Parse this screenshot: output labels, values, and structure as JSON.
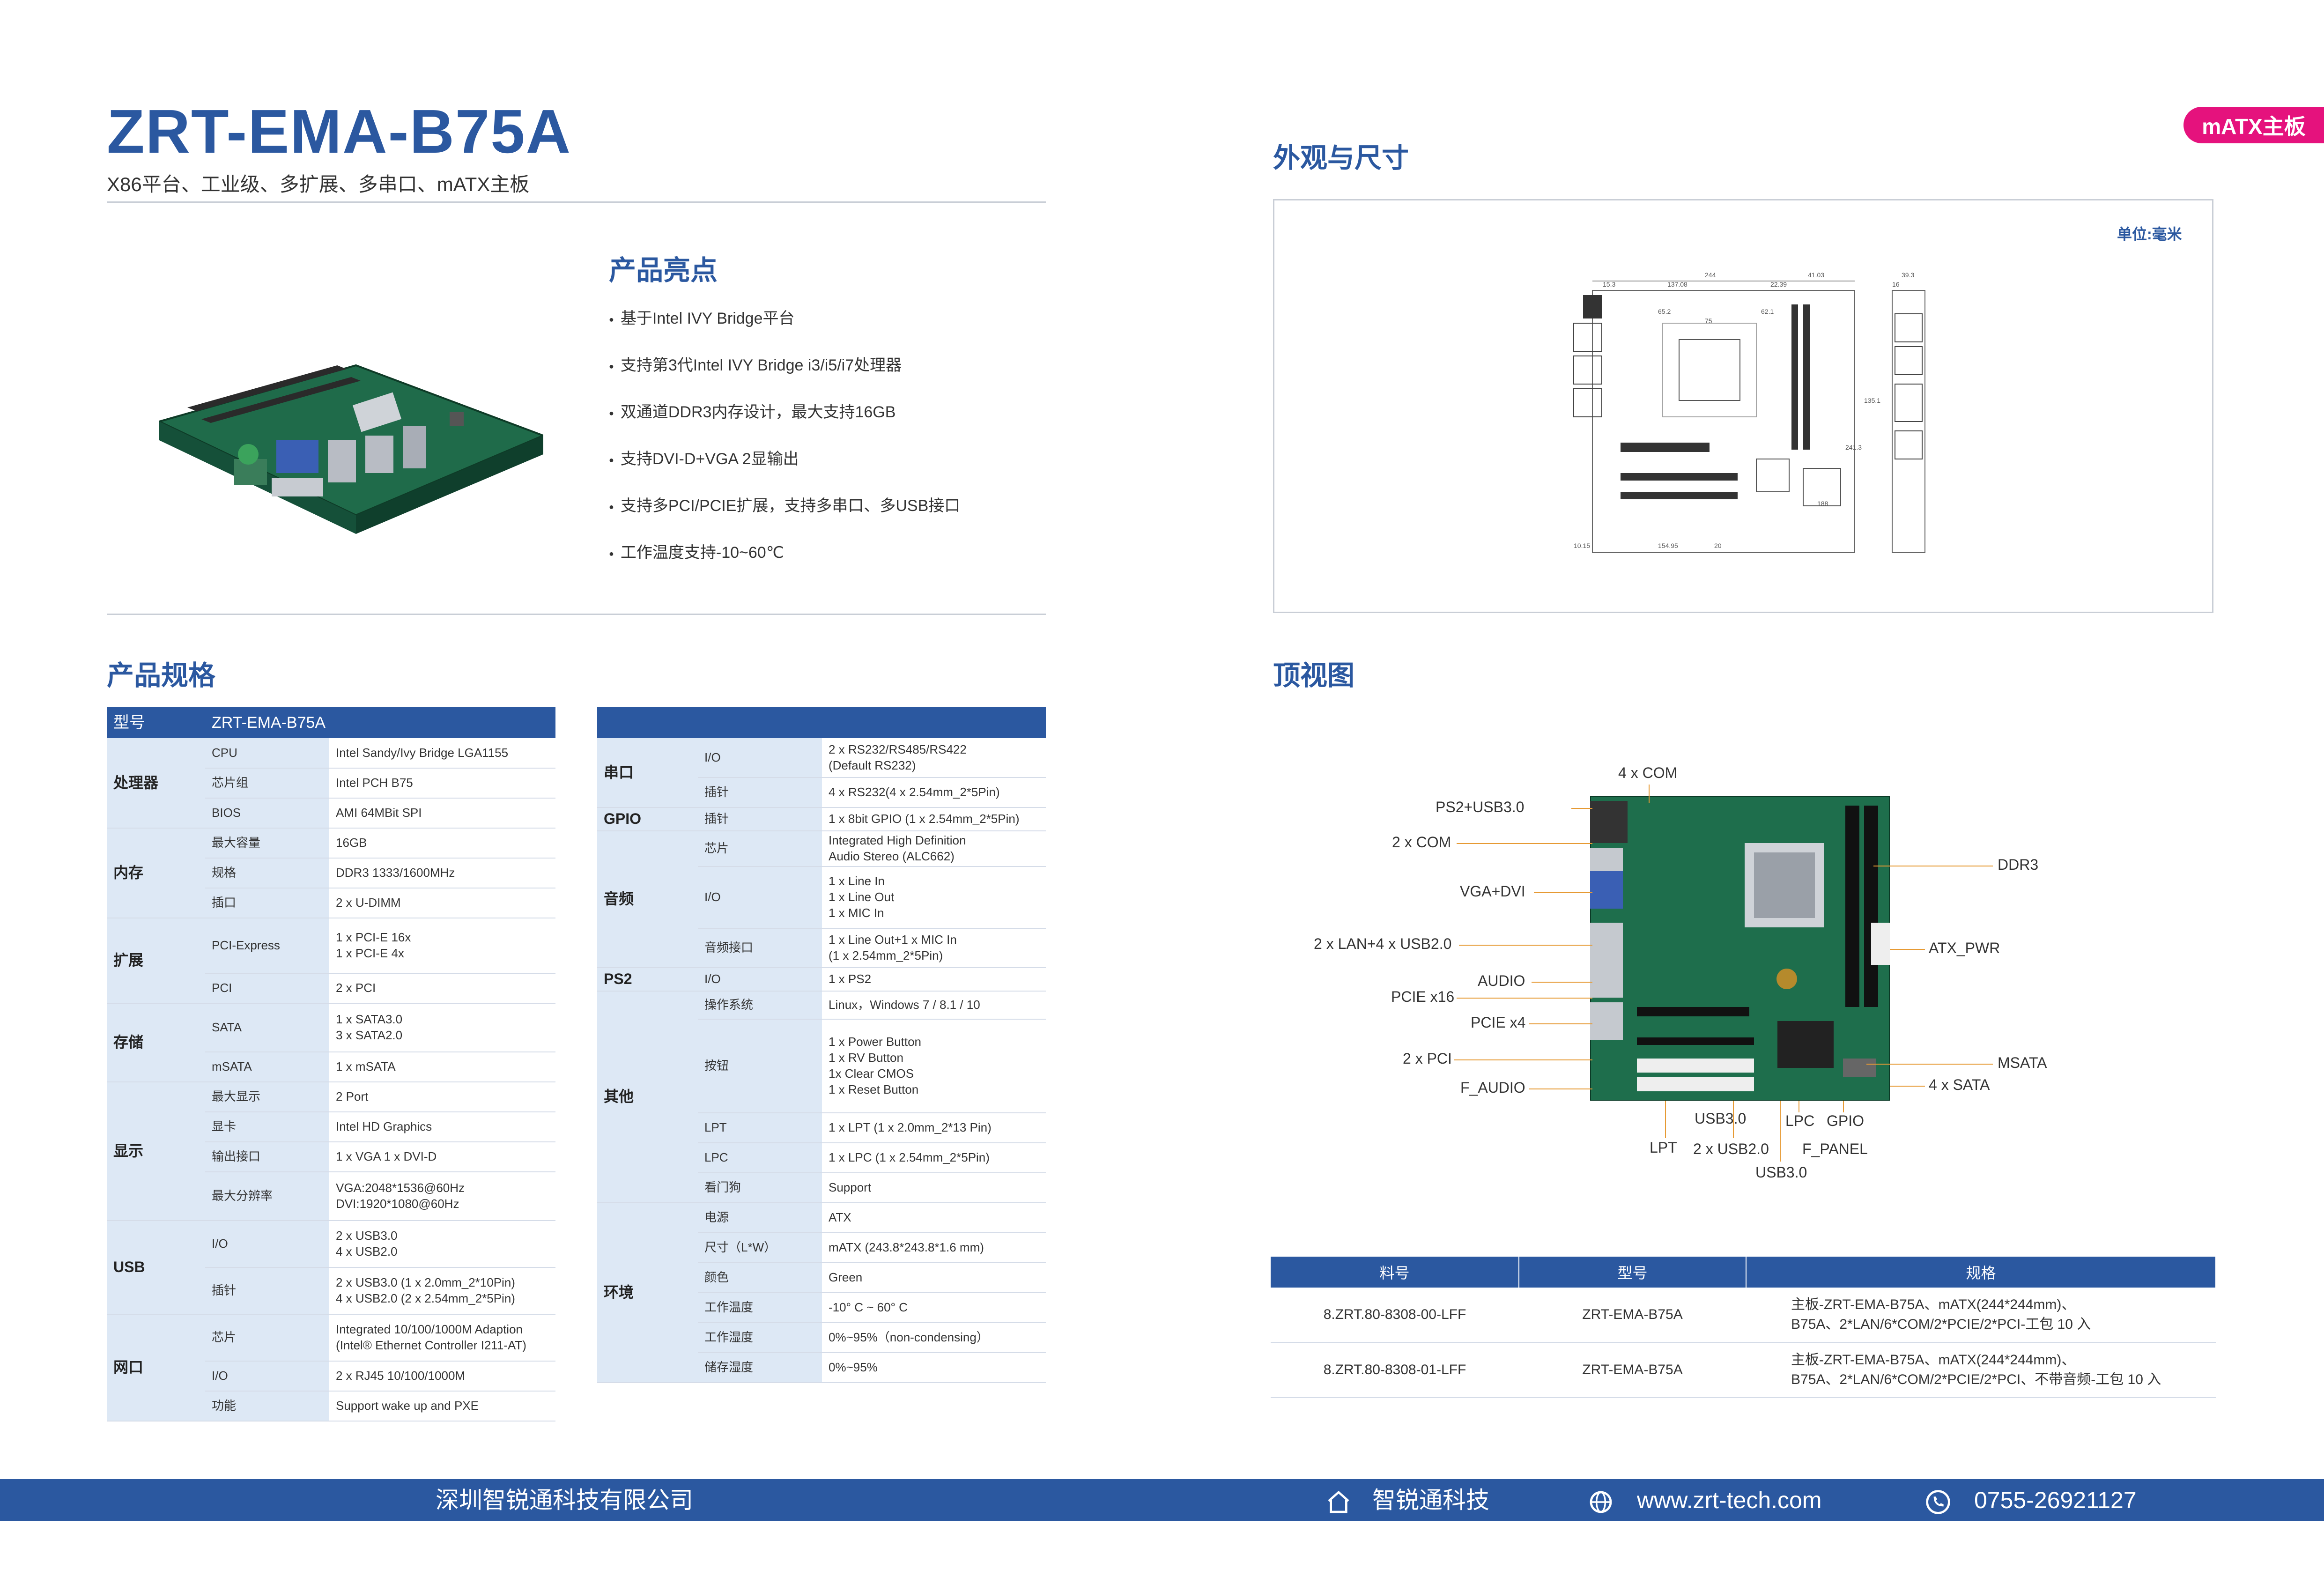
{
  "header": {
    "title": "ZRT-EMA-B75A",
    "subtitle": "X86平台、工业级、多扩展、多串口、mATX主板",
    "category_badge": "mATX主板"
  },
  "highlights": {
    "title": "产品亮点",
    "items": [
      "基于Intel IVY Bridge平台",
      "支持第3代Intel IVY Bridge i3/i5/i7处理器",
      "双通道DDR3内存设计，最大支持16GB",
      "支持DVI-D+VGA 2显输出",
      "支持多PCI/PCIE扩展，支持多串口、多USB接口",
      "工作温度支持-10~60℃"
    ]
  },
  "dimensions": {
    "title": "外观与尺寸",
    "unit": "单位:毫米",
    "numbers": [
      "244",
      "137.08",
      "15.3",
      "22.39",
      "41.03",
      "39.3",
      "16",
      "75",
      "65.2",
      "62.1",
      "135.1",
      "241.3",
      "188",
      "154.95",
      "10.15",
      "20"
    ]
  },
  "topview": {
    "title": "顶视图",
    "labels": {
      "com4": "4 x COM",
      "ps2usb": "PS2+USB3.0",
      "com2": "2 x COM",
      "vgadvi": "VGA+DVI",
      "lanusb": "2 x LAN+4 x USB2.0",
      "audio": "AUDIO",
      "pcie16": "PCIE x16",
      "pcie4": "PCIE x4",
      "pci2": "2 x PCI",
      "faudio": "F_AUDIO",
      "ddr3": "DDR3",
      "atx": "ATX_PWR",
      "msata": "MSATA",
      "sata4": "4 x SATA",
      "usb30a": "USB3.0",
      "lpc": "LPC",
      "gpio": "GPIO",
      "lpt": "LPT",
      "usb20": "2 x USB2.0",
      "fpanel": "F_PANEL",
      "usb30b": "USB3.0"
    }
  },
  "spec": {
    "title": "产品规格",
    "left_header": [
      "型号",
      "ZRT-EMA-B75A"
    ],
    "left": [
      {
        "group": "处理器",
        "rows": [
          [
            "CPU",
            "Intel Sandy/Ivy Bridge LGA1155"
          ],
          [
            "芯片组",
            "Intel PCH B75"
          ],
          [
            "BIOS",
            "AMI 64MBit SPI"
          ]
        ]
      },
      {
        "group": "内存",
        "rows": [
          [
            "最大容量",
            "16GB"
          ],
          [
            "规格",
            "DDR3 1333/1600MHz"
          ],
          [
            "插口",
            "2 x U-DIMM"
          ]
        ]
      },
      {
        "group": "扩展",
        "rows": [
          [
            "PCI-Express",
            "1 x PCI-E 16x\n1 x PCI-E 4x"
          ],
          [
            "PCI",
            "2 x PCI"
          ]
        ]
      },
      {
        "group": "存储",
        "rows": [
          [
            "SATA",
            "1 x SATA3.0\n3 x SATA2.0"
          ],
          [
            "mSATA",
            "1 x mSATA"
          ]
        ]
      },
      {
        "group": "显示",
        "rows": [
          [
            "最大显示",
            "2 Port"
          ],
          [
            "显卡",
            "Intel HD Graphics"
          ],
          [
            "输出接口",
            "1 x VGA   1 x DVI-D"
          ],
          [
            "最大分辨率",
            "VGA:2048*1536@60Hz\nDVI:1920*1080@60Hz"
          ]
        ]
      },
      {
        "group": "USB",
        "rows": [
          [
            "I/O",
            "2 x USB3.0\n4 x USB2.0"
          ],
          [
            "插针",
            "2 x USB3.0 (1 x 2.0mm_2*10Pin)\n4 x USB2.0 (2 x 2.54mm_2*5Pin)"
          ]
        ]
      },
      {
        "group": "网口",
        "rows": [
          [
            "芯片",
            "Integrated 10/100/1000M Adaption\n(Intel® Ethernet Controller I211-AT)"
          ],
          [
            "I/O",
            "2 x RJ45 10/100/1000M"
          ],
          [
            "功能",
            "Support wake up and PXE"
          ]
        ]
      }
    ],
    "right": [
      {
        "group": "串口",
        "rows": [
          [
            "I/O",
            "2 x RS232/RS485/RS422\n(Default RS232)"
          ],
          [
            "插针",
            "4 x RS232(4 x 2.54mm_2*5Pin)"
          ]
        ]
      },
      {
        "group": "GPIO",
        "rows": [
          [
            "插针",
            "1 x 8bit GPIO (1 x 2.54mm_2*5Pin)"
          ]
        ]
      },
      {
        "group": "音频",
        "rows": [
          [
            "芯片",
            "Integrated High Definition\nAudio Stereo (ALC662)"
          ],
          [
            "I/O",
            "1 x Line In\n1 x Line Out\n1 x MIC In"
          ],
          [
            "音频接口",
            "1 x Line Out+1 x MIC In\n(1 x 2.54mm_2*5Pin)"
          ]
        ]
      },
      {
        "group": "PS2",
        "rows": [
          [
            "I/O",
            "1 x PS2"
          ]
        ]
      },
      {
        "group": "其他",
        "rows": [
          [
            "操作系统",
            "Linux，Windows 7 / 8.1 / 10"
          ],
          [
            "按钮",
            "1 x Power Button\n1 x RV Button\n1x Clear CMOS\n1 x Reset Button"
          ],
          [
            "LPT",
            "1 x LPT (1 x 2.0mm_2*13 Pin)"
          ],
          [
            "LPC",
            "1 x LPC (1 x 2.54mm_2*5Pin)"
          ],
          [
            "看门狗",
            "Support"
          ]
        ]
      },
      {
        "group": "环境",
        "rows": [
          [
            "电源",
            "ATX"
          ],
          [
            "尺寸（L*W）",
            "mATX (243.8*243.8*1.6 mm)"
          ],
          [
            "颜色",
            "Green"
          ],
          [
            "工作温度",
            "-10° C ~ 60° C"
          ],
          [
            "工作湿度",
            "0%~95%（non-condensing）"
          ],
          [
            "储存湿度",
            "0%~95%"
          ]
        ]
      }
    ]
  },
  "order": {
    "headers": [
      "料号",
      "型号",
      "规格"
    ],
    "rows": [
      [
        "8.ZRT.80-8308-00-LFF",
        "ZRT-EMA-B75A",
        "主板-ZRT-EMA-B75A、mATX(244*244mm)、\nB75A、2*LAN/6*COM/2*PCIE/2*PCI-工包 10 入"
      ],
      [
        "8.ZRT.80-8308-01-LFF",
        "ZRT-EMA-B75A",
        "主板-ZRT-EMA-B75A、mATX(244*244mm)、\nB75A、2*LAN/6*COM/2*PCIE/2*PCI、不带音频-工包 10 入"
      ]
    ]
  },
  "footer": {
    "company": "深圳智锐通科技有限公司",
    "brand": "智锐通科技",
    "website": "www.zrt-tech.com",
    "phone": "0755-26921127"
  },
  "colors": {
    "brand_blue": "#2b58a0",
    "accent_pink": "#e5127d",
    "light_blue": "#dde8f5",
    "callout_orange": "#e69a34"
  }
}
